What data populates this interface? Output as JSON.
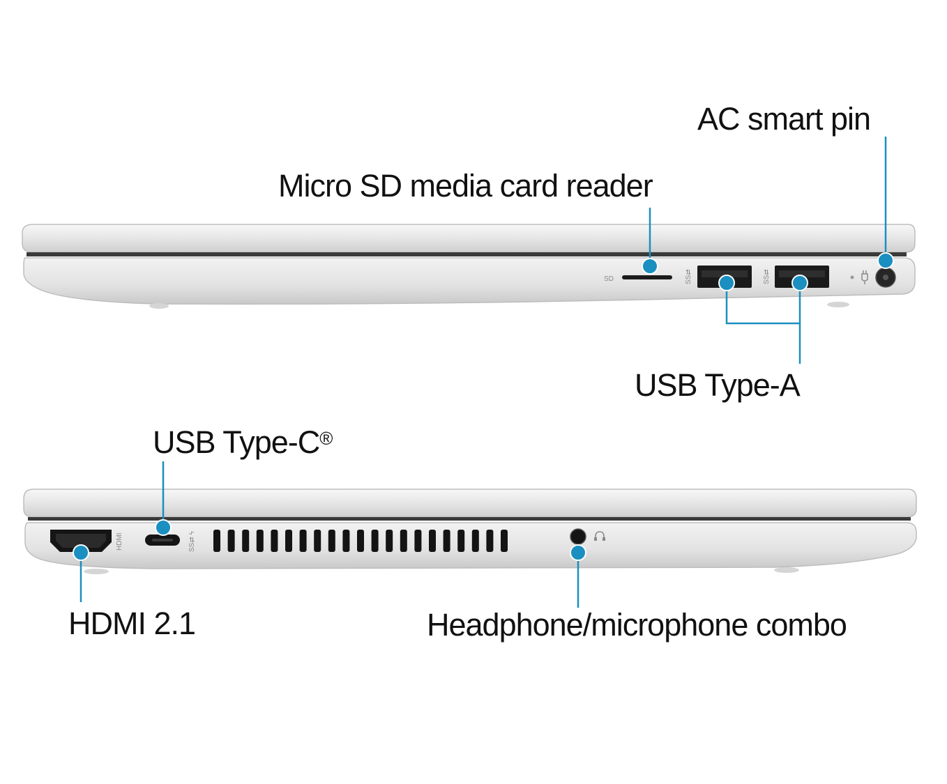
{
  "colors": {
    "callout": "#1a8fc0",
    "chassis_top": "#ececec",
    "chassis_side": "#e1e1e1",
    "port_dark": "#161616"
  },
  "top_view": {
    "labels": {
      "ac_smart_pin": "AC smart pin",
      "micro_sd": "Micro SD media card reader",
      "usb_type_a": "USB Type-A"
    },
    "port_markings": {
      "sd": "SD"
    }
  },
  "bottom_view": {
    "labels": {
      "usb_type_c": "USB Type-C",
      "usb_type_c_reg": "®",
      "hdmi": "HDMI 2.1",
      "headphone": "Headphone/microphone combo"
    }
  },
  "icons": {
    "usb_a_icon": "usb-ss-icon",
    "usb_c_icon": "usb-c-power-icon",
    "hdmi_icon": "hdmi-icon",
    "headphone_icon": "headphone-icon",
    "power_icon": "power-plug-icon"
  }
}
